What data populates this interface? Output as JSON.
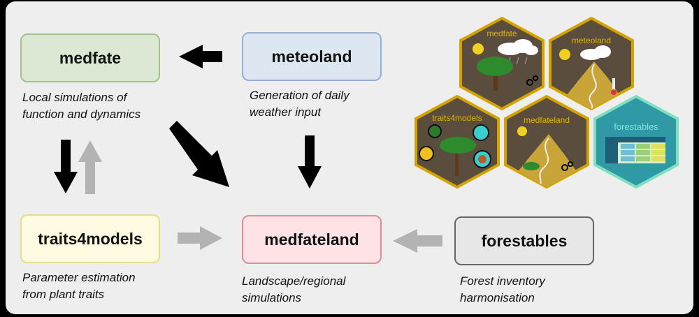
{
  "boxes": {
    "medfate": {
      "label": "medfate",
      "color": "#dbe9d4",
      "border": "#9ec38d"
    },
    "meteoland": {
      "label": "meteoland",
      "color": "#dde7f2",
      "border": "#93b1d6"
    },
    "traits4models": {
      "label": "traits4models",
      "color": "#fffbe0",
      "border": "#eadd8a"
    },
    "medfateland": {
      "label": "medfateland",
      "color": "#fde3e6",
      "border": "#e08a98"
    },
    "forestables": {
      "label": "forestables",
      "color": "#e7e7e7",
      "border": "#666666"
    }
  },
  "descriptions": {
    "medfate": [
      "Local simulations of",
      "function and dynamics"
    ],
    "meteoland": [
      "Generation of daily",
      "weather input"
    ],
    "traits4models": [
      "Parameter estimation",
      "from plant traits"
    ],
    "medfateland": [
      "Landscape/regional",
      "simulations"
    ],
    "forestables": [
      "Forest inventory",
      "harmonisation"
    ]
  },
  "hex_logos": [
    {
      "name": "medfate",
      "fill": "#5b4d3d",
      "border": "#d4a300",
      "title_color": "#e0b400"
    },
    {
      "name": "meteoland",
      "fill": "#5b4d3d",
      "border": "#d4a300",
      "title_color": "#e0b400"
    },
    {
      "name": "traits4models",
      "fill": "#5b4d3d",
      "border": "#d4a300",
      "title_color": "#e0b400"
    },
    {
      "name": "medfateland",
      "fill": "#5b4d3d",
      "border": "#d4a300",
      "title_color": "#e0b400"
    },
    {
      "name": "forestables",
      "fill": "#2f9aa6",
      "border": "#7fe0c0",
      "title_color": "#7fe0e0"
    }
  ],
  "arrow_colors": {
    "dark": "#000000",
    "light": "#b3b3b3"
  }
}
